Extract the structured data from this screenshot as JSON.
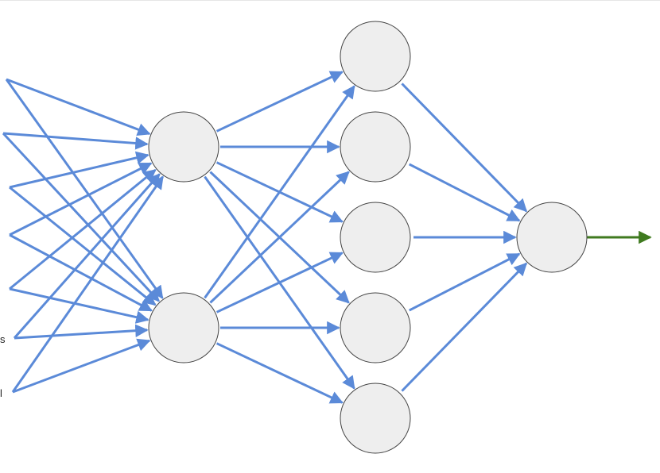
{
  "colors": {
    "edge": "#5b8ad8",
    "output_edge": "#3f7a1f",
    "node_fill": "#eeeeee",
    "node_stroke": "#444444"
  },
  "input_labels": [
    "",
    "",
    "",
    "",
    "",
    "s",
    "l"
  ],
  "layers": {
    "input_count": 7,
    "hidden_1_count": 2,
    "hidden_2_count": 5,
    "output_count": 1
  }
}
